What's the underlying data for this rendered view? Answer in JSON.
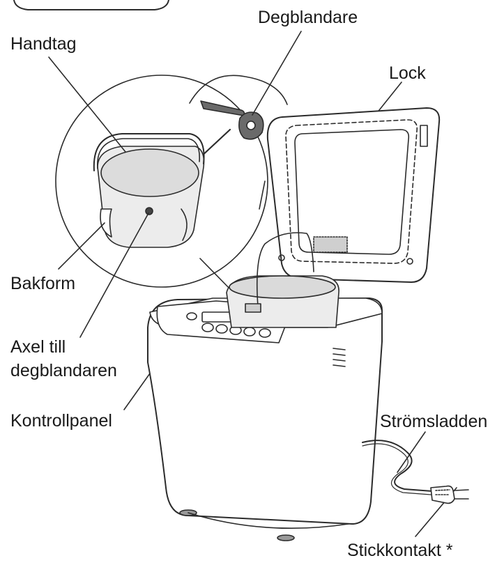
{
  "labels": {
    "degblandare": "Degblandare",
    "handtag": "Handtag",
    "lock": "Lock",
    "bakform": "Bakform",
    "axel_line1": "Axel till",
    "axel_line2": "degblandaren",
    "kontrollpanel": "Kontrollpanel",
    "stromsladden": "Strömsladden",
    "stickkontakt": "Stickkontakt *"
  },
  "colors": {
    "outline": "#2b2b2b",
    "fill": "#ffffff",
    "shade": "#e6e6e6",
    "dark": "#555555"
  }
}
